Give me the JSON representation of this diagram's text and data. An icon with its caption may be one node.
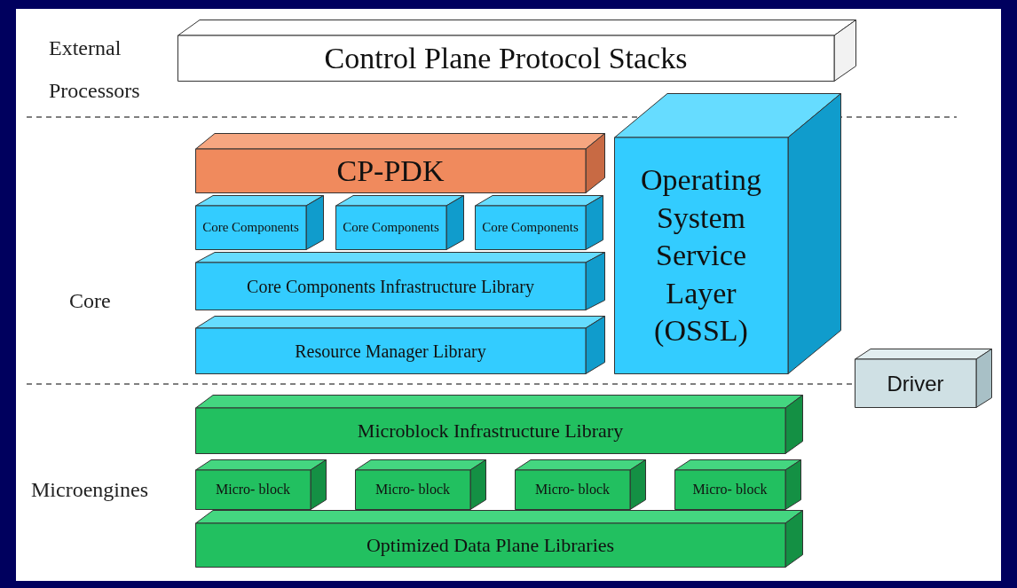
{
  "diagram": {
    "nodes": [
      {
        "text": [
          "Control Plane Protocol Stacks"
        ]
      },
      {
        "text": [
          "CP-PDK"
        ]
      },
      {
        "text": [
          "Core Components"
        ]
      },
      {
        "text": [
          "Core Components"
        ]
      },
      {
        "text": [
          "Core Components"
        ]
      },
      {
        "text": [
          "Core Components Infrastructure Library"
        ]
      },
      {
        "text": [
          "Resource Manager Library"
        ]
      },
      {
        "text": [
          "Operating System Service Layer (OSSL)"
        ]
      },
      {
        "text": [
          "Driver"
        ]
      },
      {
        "text": [
          "Microblock Infrastructure Library"
        ]
      },
      {
        "text": [
          "Micro- block"
        ]
      },
      {
        "text": [
          "Micro- block"
        ]
      },
      {
        "text": [
          "Micro- block"
        ]
      },
      {
        "text": [
          "Micro- block"
        ]
      },
      {
        "text": [
          "Optimized Data Plane Libraries"
        ]
      }
    ],
    "edges": [],
    "labels": [
      "External Processors",
      "Core",
      "Microengines"
    ]
  }
}
